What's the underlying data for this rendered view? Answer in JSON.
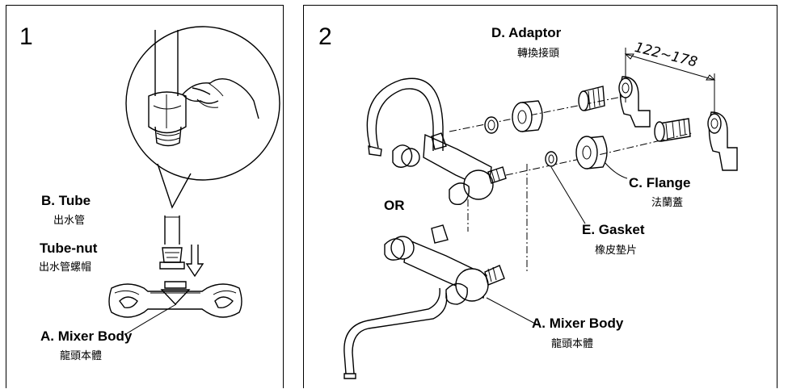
{
  "step1": {
    "number": "1",
    "tube_label": "B. Tube",
    "tube_label_zh": "出水管",
    "tubenut_label": "Tube-nut",
    "tubenut_label_zh": "出水管螺帽",
    "mixer_label": "A. Mixer Body",
    "mixer_label_zh": "龍頭本體"
  },
  "step2": {
    "number": "2",
    "adaptor_label": "D. Adaptor",
    "adaptor_label_zh": "轉換接頭",
    "dimension": "122~178",
    "flange_label": "C. Flange",
    "flange_label_zh": "法蘭蓋",
    "or_label": "OR",
    "gasket_label": "E. Gasket",
    "gasket_label_zh": "橡皮墊片",
    "mixer_label": "A. Mixer Body",
    "mixer_label_zh": "龍頭本體"
  }
}
